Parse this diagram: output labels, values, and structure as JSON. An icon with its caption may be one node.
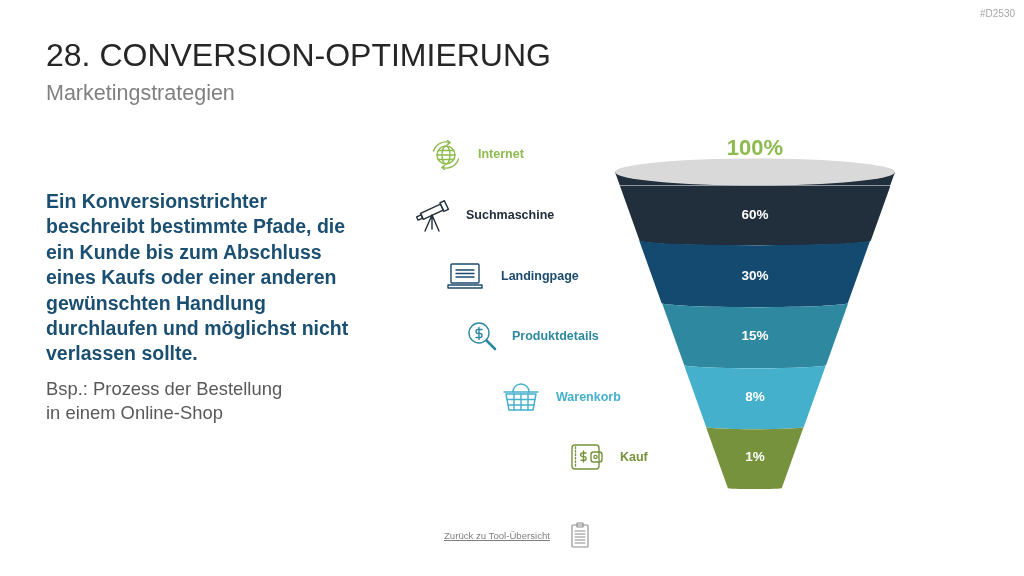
{
  "diagram": {
    "title": "28. CONVERSION-OPTIMIERUNG",
    "nodes": [
      {
        "text": [
          "100%"
        ]
      },
      {
        "text": [
          "60%"
        ]
      },
      {
        "text": [
          "30%"
        ]
      },
      {
        "text": [
          "15%"
        ]
      },
      {
        "text": [
          "8%"
        ]
      },
      {
        "text": [
          "1%"
        ]
      }
    ],
    "labels": [
      "#D2530",
      "Marketingstrategien",
      "Ein Konversionstrichter beschreibt bestimmte Pfade, die ein Kunde bis zum Abschluss eines Kaufs oder einer anderen gewünschten Handlung durchlaufen und möglichst nicht verlassen sollte.",
      "Bsp.: Prozess der Bestellung in einem Online-Shop",
      "Internet",
      "Suchmaschine",
      "Landingpage",
      "Produktdetails",
      "Warenkorb",
      "Kauf",
      "Zurück zu Tool-Übersicht"
    ]
  }
}
